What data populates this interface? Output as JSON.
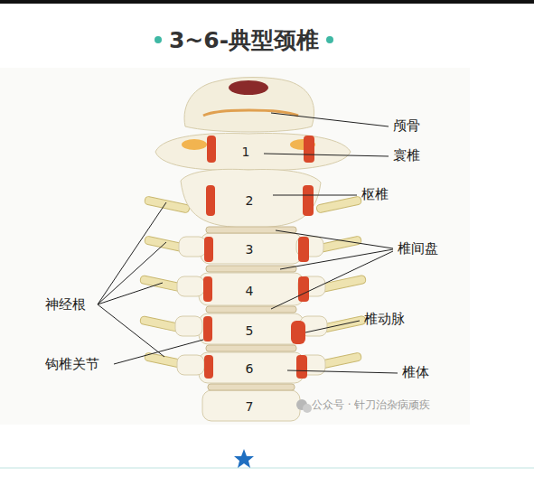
{
  "diagram": {
    "title": "3~6-典型颈椎",
    "labels": [
      "颅骨",
      "1",
      "寰椎",
      "2",
      "枢椎",
      "椎间盘",
      "3",
      "4",
      "神经根",
      "椎动脉",
      "5",
      "钩椎关节",
      "6",
      "椎体",
      "7",
      "公众号 · 针刀治杂病顽疾"
    ]
  }
}
